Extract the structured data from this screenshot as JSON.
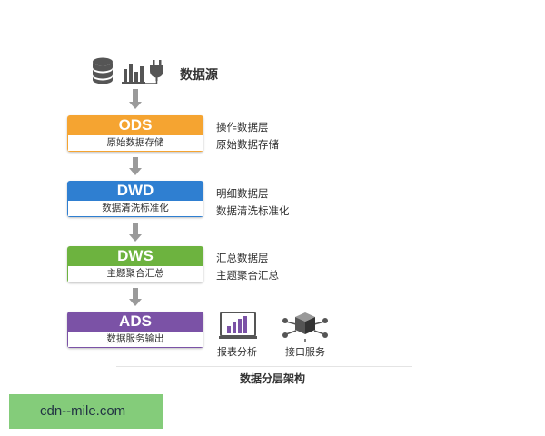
{
  "source": {
    "label": "数据源"
  },
  "layers": [
    {
      "id": "ods",
      "name": "ODS",
      "desc": "原始数据存储",
      "color": "#f5a431",
      "border": "#f5a431",
      "side_lines": [
        "操作数据层",
        "原始数据存储"
      ]
    },
    {
      "id": "dwd",
      "name": "DWD",
      "desc": "数据清洗标准化",
      "color": "#2f7fd1",
      "border": "#2f7fd1",
      "side_lines": [
        "明细数据层",
        "数据清洗标准化"
      ]
    },
    {
      "id": "dws",
      "name": "DWS",
      "desc": "主题聚合汇总",
      "color": "#6db33f",
      "border": "#6db33f",
      "side_lines": [
        "汇总数据层",
        "主题聚合汇总"
      ]
    },
    {
      "id": "ads",
      "name": "ADS",
      "desc": "数据服务输出",
      "color": "#7b52a6",
      "border": "#7b52a6",
      "side_lines": []
    }
  ],
  "services": [
    {
      "id": "report",
      "label": "报表分析",
      "icon": "report-chart-icon"
    },
    {
      "id": "api",
      "label": "接口服务",
      "icon": "interface-cube-icon"
    }
  ],
  "caption": "数据分层架构",
  "watermark": "cdn--mile.com"
}
